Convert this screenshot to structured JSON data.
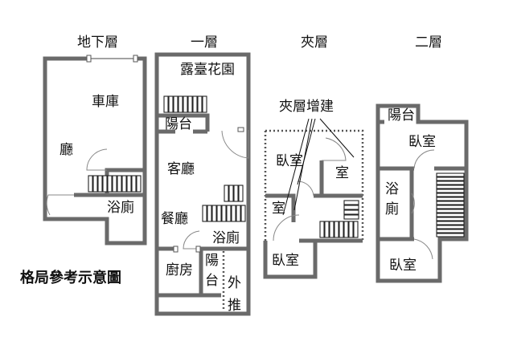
{
  "floors": {
    "basement": "地下層",
    "first": "一層",
    "mezzanine": "夾層",
    "second": "二層"
  },
  "basement": {
    "garage": "車庫",
    "hall": "廳",
    "bath": "浴廁"
  },
  "first": {
    "terrace_garden": "露臺花園",
    "balcony": "陽台",
    "living": "客廳",
    "dining": "餐廳",
    "bath": "浴廁",
    "kitchen": "廚房",
    "back_balcony": [
      "陽",
      "台"
    ],
    "outer": "外",
    "push": "推"
  },
  "mezzanine": {
    "addition_note": "夾層增建",
    "bedroom_a": "臥室",
    "room_b": "室",
    "room_c": "室",
    "bedroom_d": "臥室"
  },
  "second": {
    "balcony": "陽台",
    "bedroom_top": "臥室",
    "bath": [
      "浴",
      "廁"
    ],
    "bedroom_bottom": "臥室"
  },
  "caption": "格局參考示意圖"
}
